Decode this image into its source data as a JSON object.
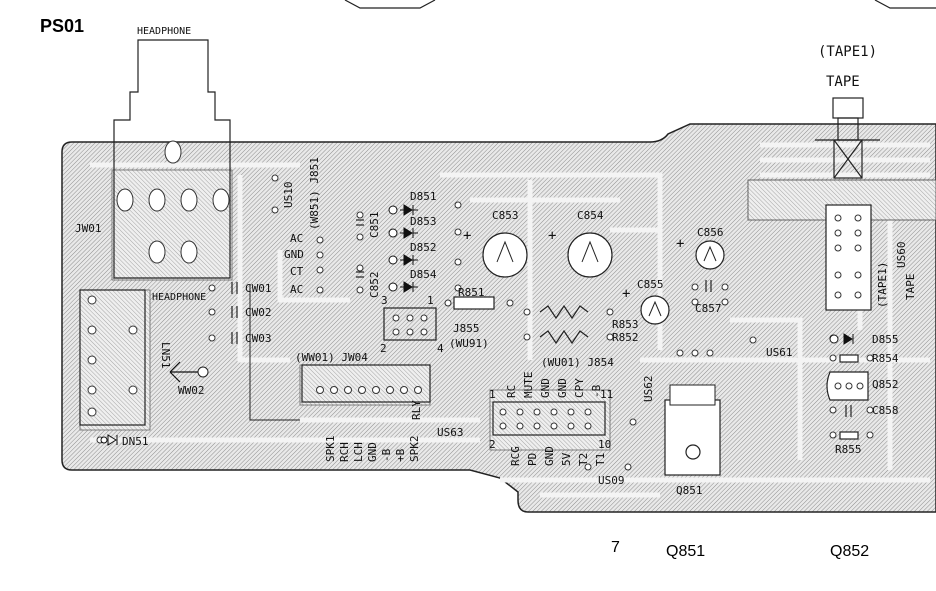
{
  "page": {
    "board_id": "PS01",
    "page_number": "7"
  },
  "labels": {
    "headphone_jack": "HEADPHONE",
    "headphone_pad": "HEADPHONE",
    "tape_sub": "(TAPE1)",
    "tape_main": "TAPE",
    "jw01": "JW01",
    "ln51": "LN51",
    "ww02": "WW02",
    "dn51": "DN51",
    "us10": "US10",
    "w851_j851": "(W851) J851",
    "j851_pins": [
      "AC",
      "GND",
      "CT",
      "AC"
    ],
    "c851": "C851",
    "c852": "C852",
    "d851": "D851",
    "d852": "D852",
    "d853": "D853",
    "d854": "D854",
    "c853": "C853",
    "c854": "C854",
    "c855": "C855",
    "c856": "C856",
    "c857": "C857",
    "r851": "R851",
    "r852": "R852",
    "r853": "R853",
    "j855": "J855",
    "wu91": "(WU91)",
    "cw01": "CW01",
    "cw02": "CW02",
    "cw03": "CW03",
    "ww01_jw04": "(WW01) JW04",
    "wu01_j854": "(WU01) J854",
    "jw04_pins": [
      "SPK1",
      "RCH",
      "LCH",
      "GND",
      "-B",
      "+B",
      "SPK2",
      "RLY"
    ],
    "j854_top": [
      "RC",
      "MUTE",
      "GND",
      "GND",
      "CPY",
      "-B"
    ],
    "j854_bottom": [
      "RCG",
      "PD",
      "GND",
      "5V",
      "T2",
      "T1"
    ],
    "pin_1": "1",
    "pin_2": "2",
    "pin_3": "3",
    "pin_4": "4",
    "pin_10": "10",
    "pin_11": "11",
    "us62": "US62",
    "us63": "US63",
    "us61": "US61",
    "us09": "US09",
    "us60": "US60",
    "q851_pcb": "Q851",
    "tape1_pad": "(TAPE1)",
    "tape_pad": "TAPE",
    "d855": "D855",
    "r854": "R854",
    "q852_pcb": "Q852",
    "c858": "C858",
    "r855": "R855",
    "q851_caption": "Q851",
    "q852_caption": "Q852"
  },
  "colors": {
    "ink": "#111111",
    "trace": "#b8b8b8",
    "copper_fill": "#d9d9d9"
  }
}
